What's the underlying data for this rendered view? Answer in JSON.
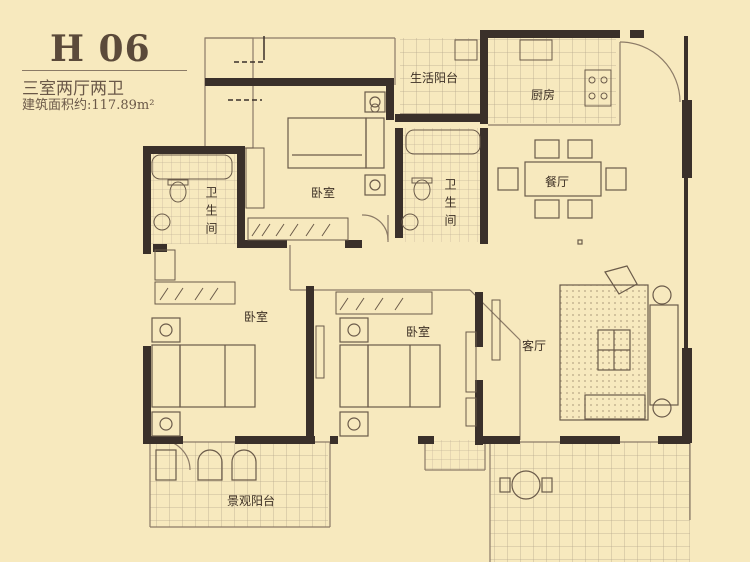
{
  "header": {
    "model": "H 06",
    "layout_type": "三室两厅两卫",
    "area_text": "建筑面积约:117.89m²"
  },
  "rooms": {
    "bedroom_master": "卧室",
    "bedroom_left": "卧室",
    "bedroom_middle": "卧室",
    "living_room": "客厅",
    "dining_room": "餐厅",
    "kitchen": "厨房",
    "service_balcony": "生活阳台",
    "bathroom_left": "卫生间",
    "bathroom_center": "卫生间",
    "view_balcony": "景观阳台"
  },
  "colors": {
    "background": "#f7e9be",
    "wall": "#3a302a",
    "line": "#8c7b67",
    "tile": "#b8a98f",
    "title": "#5b4a3a"
  }
}
